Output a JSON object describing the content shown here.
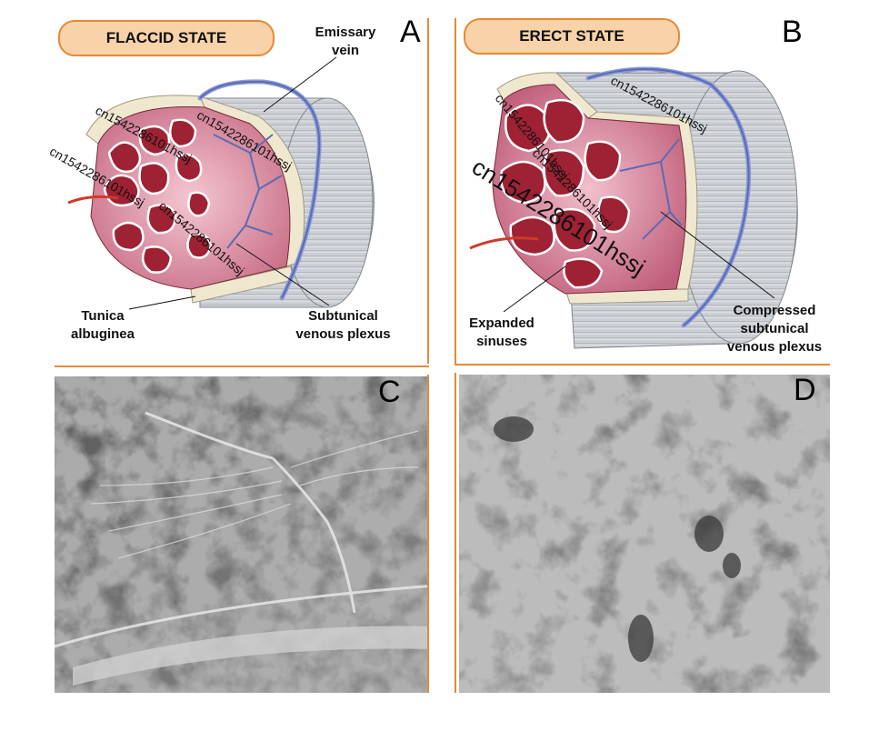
{
  "panel_a": {
    "title": "FLACCID STATE",
    "letter": "A",
    "labels": {
      "emissary_vein": "Emissary\nvein",
      "tunica_albuginea": "Tunica\nalbuginea",
      "subtunical_plexus": "Subtunical\nvenous plexus"
    }
  },
  "panel_b": {
    "title": "ERECT STATE",
    "letter": "B",
    "labels": {
      "expanded_sinuses": "Expanded\nsinuses",
      "compressed_plexus": "Compressed\nsubtunical\nvenous plexus"
    }
  },
  "panel_c": {
    "letter": "C"
  },
  "panel_d": {
    "letter": "D"
  },
  "watermark": "cn1542286101hssj",
  "colors": {
    "pill_fill": "#f8d2a8",
    "pill_border": "#e48a35",
    "divider": "#e48a35",
    "sinus_red": "#9e2233",
    "tissue_pink": "#e9aab8",
    "vein_blue": "#8c9bd8",
    "tunica_beige": "#efe8cf"
  }
}
